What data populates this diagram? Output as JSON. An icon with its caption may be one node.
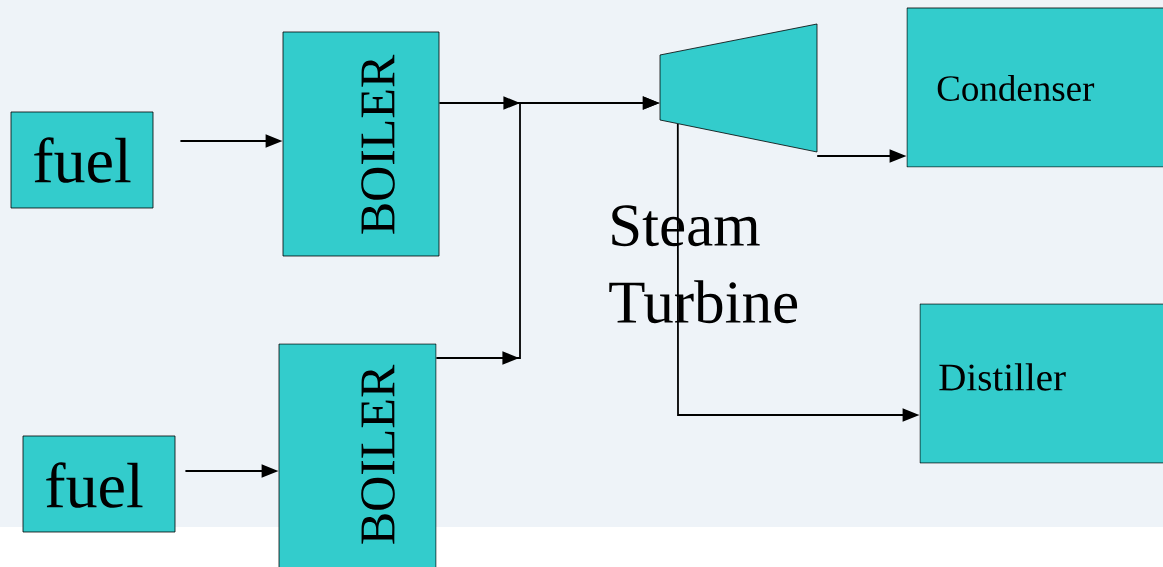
{
  "diagram": {
    "nodes": [
      {
        "text": [
          "fuel"
        ]
      },
      {
        "text": [
          "BOILER"
        ]
      },
      {
        "text": [
          "fuel"
        ]
      },
      {
        "text": [
          "BOILER"
        ]
      },
      {
        "text": [],
        "shape": "trapezoid",
        "beside": [
          "Steam Turbine"
        ]
      },
      {
        "text": [
          "Condenser"
        ]
      },
      {
        "text": [
          "Distiller"
        ]
      }
    ],
    "edges": [
      {
        "from": 0,
        "to": 1,
        "arrow": "to"
      },
      {
        "from": 2,
        "to": 3,
        "arrow": "to"
      },
      {
        "from": 1,
        "to": 4,
        "arrow": "to"
      },
      {
        "from": 3,
        "to": 4,
        "arrow": "to"
      },
      {
        "from": 4,
        "to": 5,
        "arrow": "to"
      },
      {
        "from": 4,
        "to": 6,
        "arrow": "to"
      }
    ]
  }
}
